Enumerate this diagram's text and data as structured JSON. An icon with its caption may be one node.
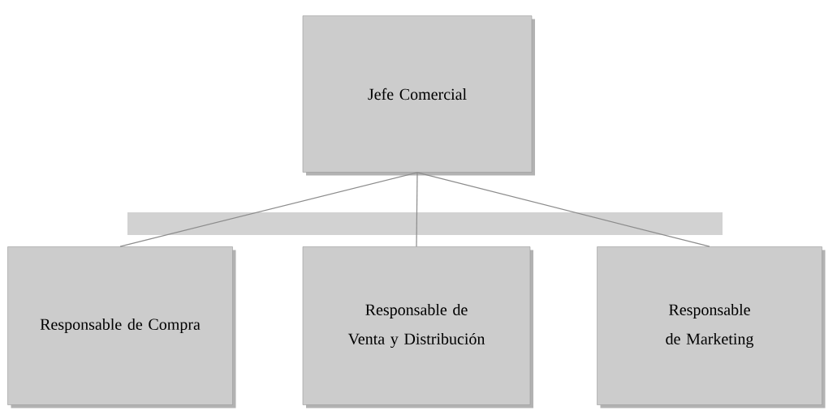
{
  "diagram": {
    "nodes": [
      {
        "text": [
          "Jefe Comercial"
        ]
      },
      {
        "text": [
          "Responsable de Compra"
        ]
      },
      {
        "text": [
          "Responsable de Venta y Distribución"
        ]
      },
      {
        "text": [
          "Responsable de Marketing"
        ]
      }
    ],
    "edges": [
      {
        "from": 0,
        "to": 1,
        "arrow": "none"
      },
      {
        "from": 0,
        "to": 2,
        "arrow": "none"
      },
      {
        "from": 0,
        "to": 3,
        "arrow": "none"
      }
    ]
  }
}
